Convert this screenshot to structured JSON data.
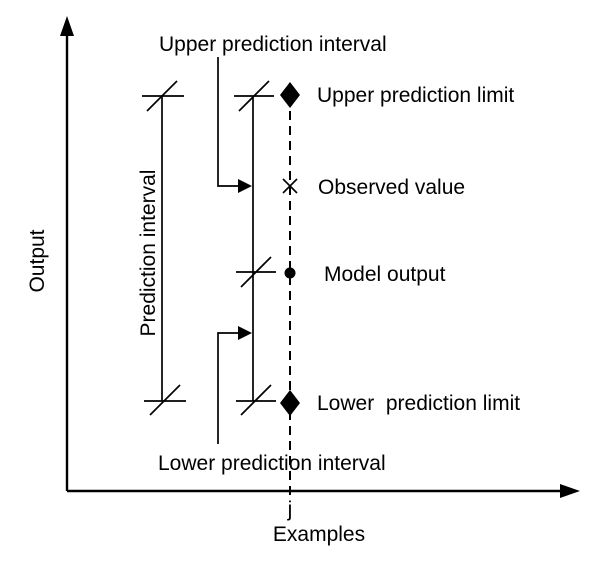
{
  "diagram": {
    "axes": {
      "y_label": "Output",
      "x_label": "Examples",
      "x_tick": "j"
    },
    "annotations": {
      "upper_interval": "Upper prediction interval",
      "lower_interval": "Lower prediction interval",
      "prediction_interval": "Prediction interval"
    },
    "markers": [
      {
        "symbol": "diamond",
        "label": "Upper prediction limit"
      },
      {
        "symbol": "cross",
        "label": "Observed value"
      },
      {
        "symbol": "dot",
        "label": "Model output"
      },
      {
        "symbol": "diamond",
        "label": "Lower  prediction limit"
      }
    ],
    "colors": {
      "ink": "#000000",
      "background": "#ffffff"
    }
  }
}
